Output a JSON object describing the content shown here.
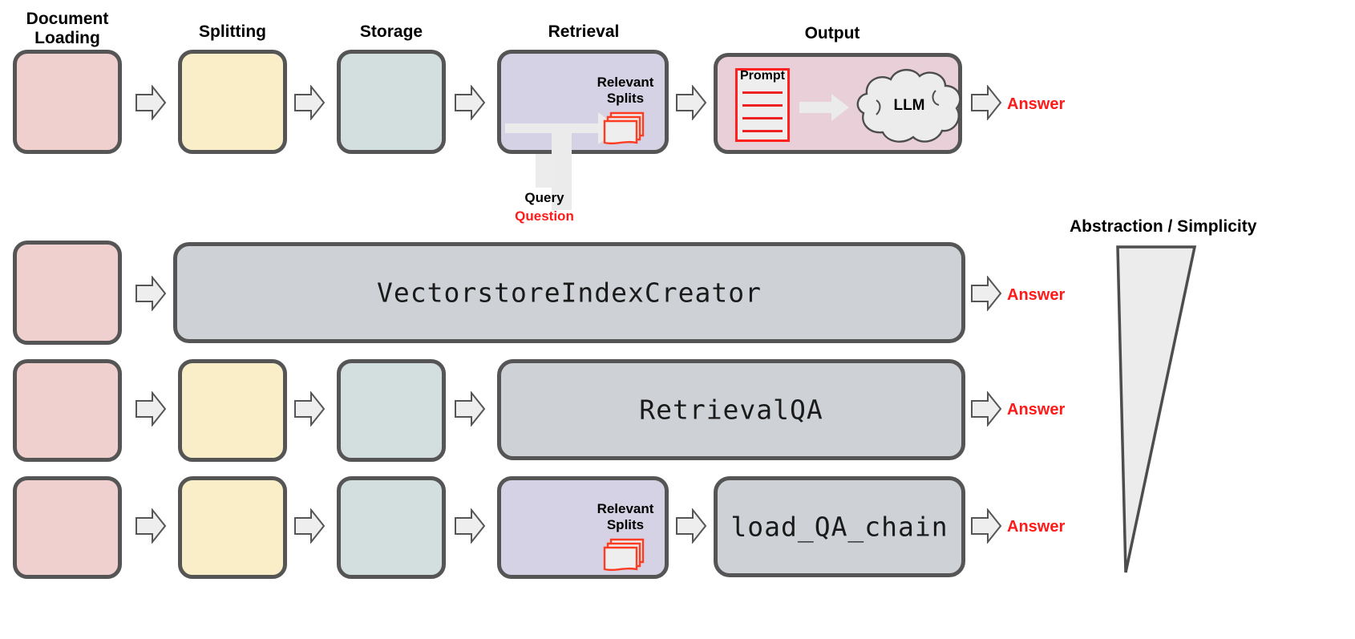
{
  "diagram": {
    "title_right": "Abstraction / Simplicity",
    "stage_labels": [
      {
        "name": "document-loading",
        "text": "Document\nLoading"
      },
      {
        "name": "splitting",
        "text": "Splitting"
      },
      {
        "name": "storage",
        "text": "Storage"
      },
      {
        "name": "retrieval",
        "text": "Retrieval"
      },
      {
        "name": "output",
        "text": "Output"
      }
    ],
    "retrieval": {
      "relevant_splits_label": "Relevant\nSplits",
      "query_label": "Query",
      "question_label": "Question"
    },
    "output": {
      "prompt_label": "Prompt",
      "llm_label": "LLM"
    },
    "answers": [
      "Answer",
      "Answer",
      "Answer",
      "Answer"
    ],
    "abstraction_rows": [
      {
        "name": "vectorstore-index-creator",
        "code": "VectorstoreIndexCreator"
      },
      {
        "name": "retrieval-qa",
        "code": "RetrievalQA"
      },
      {
        "name": "load-qa-chain",
        "code": "load_QA_chain"
      }
    ],
    "colors": {
      "document_loading": "#f0cfcf",
      "splitting": "#faeec8",
      "storage": "#d3dfde",
      "retrieval": "#d6d2e5",
      "output": "#e8cfd8",
      "abstraction": "#ced2d7",
      "border": "#555555",
      "answer_text": "#ff1a1a",
      "prompt_border": "#ff2020",
      "splits_border": "#ff3b21"
    }
  }
}
